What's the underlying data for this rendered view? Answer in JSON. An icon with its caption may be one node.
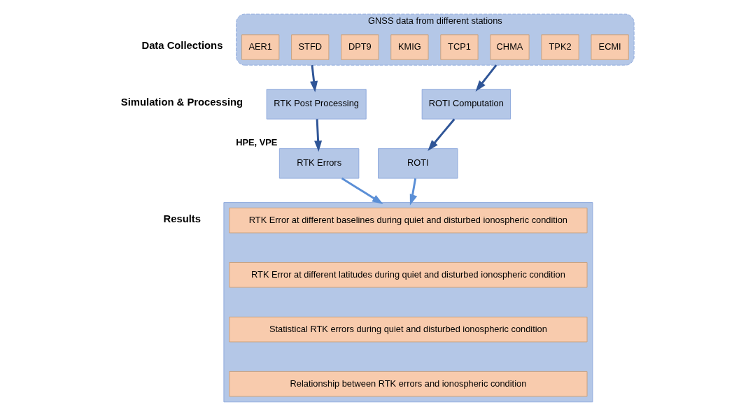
{
  "diagram": {
    "nodes": [
      {
        "text": [
          "GNSS data from different stations"
        ]
      },
      {
        "text": [
          "AER1"
        ],
        "in": 0
      },
      {
        "text": [
          "STFD"
        ],
        "in": 0
      },
      {
        "text": [
          "DPT9"
        ],
        "in": 0
      },
      {
        "text": [
          "KMIG"
        ],
        "in": 0
      },
      {
        "text": [
          "TCP1"
        ],
        "in": 0
      },
      {
        "text": [
          "CHMA"
        ],
        "in": 0
      },
      {
        "text": [
          "TPK2"
        ],
        "in": 0
      },
      {
        "text": [
          "ECMI"
        ],
        "in": 0
      },
      {
        "text": [
          "RTK Post Processing"
        ]
      },
      {
        "text": [
          "ROTI Computation"
        ]
      },
      {
        "text": [
          "RTK Errors"
        ],
        "beside": [
          "HPE, VPE"
        ]
      },
      {
        "text": [
          "ROTI"
        ]
      },
      {
        "text": [],
        "shape": "box"
      },
      {
        "text": [
          "RTK Error at different baselines during quiet and disturbed ionospheric condition"
        ],
        "in": 13
      },
      {
        "text": [
          "RTK Error at different latitudes during quiet and disturbed ionospheric condition"
        ],
        "in": 13
      },
      {
        "text": [
          "Statistical RTK errors during quiet and disturbed ionospheric condition"
        ],
        "in": 13
      },
      {
        "text": [
          "Relationship between RTK errors and ionospheric condition"
        ],
        "in": 13
      }
    ],
    "edges": [
      {
        "from": 0,
        "to": 9,
        "arrow": "to"
      },
      {
        "from": 0,
        "to": 10,
        "arrow": "to"
      },
      {
        "from": 9,
        "to": 11,
        "arrow": "to"
      },
      {
        "from": 10,
        "to": 12,
        "arrow": "to"
      },
      {
        "from": 11,
        "to": 13,
        "arrow": "to",
        "color": "#5b8fd6"
      },
      {
        "from": 12,
        "to": 13,
        "arrow": "to",
        "color": "#5b8fd6"
      }
    ],
    "labels": [
      "Data Collections",
      "Simulation & Processing",
      "Results"
    ]
  }
}
